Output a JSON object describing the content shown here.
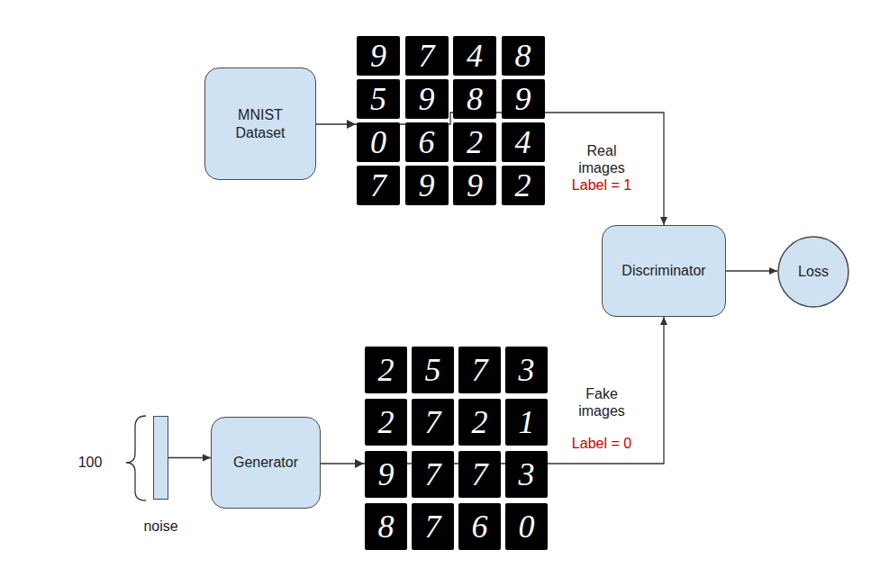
{
  "diagram": {
    "nodes": [
      {
        "text": [
          "MNIST Dataset"
        ]
      },
      {
        "text": [
          "Discriminator"
        ]
      },
      {
        "text": [
          "Loss"
        ]
      },
      {
        "text": [
          "noise"
        ]
      },
      {
        "text": [
          "Generator"
        ]
      }
    ],
    "edges": [
      {
        "from": 0,
        "to": 1,
        "arrow": "to",
        "label": "Real images"
      },
      {
        "from": 4,
        "to": 1,
        "arrow": "to",
        "label": "Fake images"
      },
      {
        "from": 1,
        "to": 2,
        "arrow": "to"
      },
      {
        "from": 3,
        "to": 4,
        "arrow": "to"
      }
    ],
    "labels": [
      "Label = 1",
      "Label = 0",
      "100",
      "9",
      "7",
      "4",
      "8",
      "5",
      "9",
      "8",
      "9",
      "0",
      "6",
      "2",
      "4",
      "7",
      "9",
      "9",
      "2",
      "2",
      "5",
      "7",
      "3",
      "2",
      "7",
      "2",
      "1",
      "9",
      "7",
      "7",
      "3",
      "8",
      "7",
      "6",
      "0"
    ]
  }
}
